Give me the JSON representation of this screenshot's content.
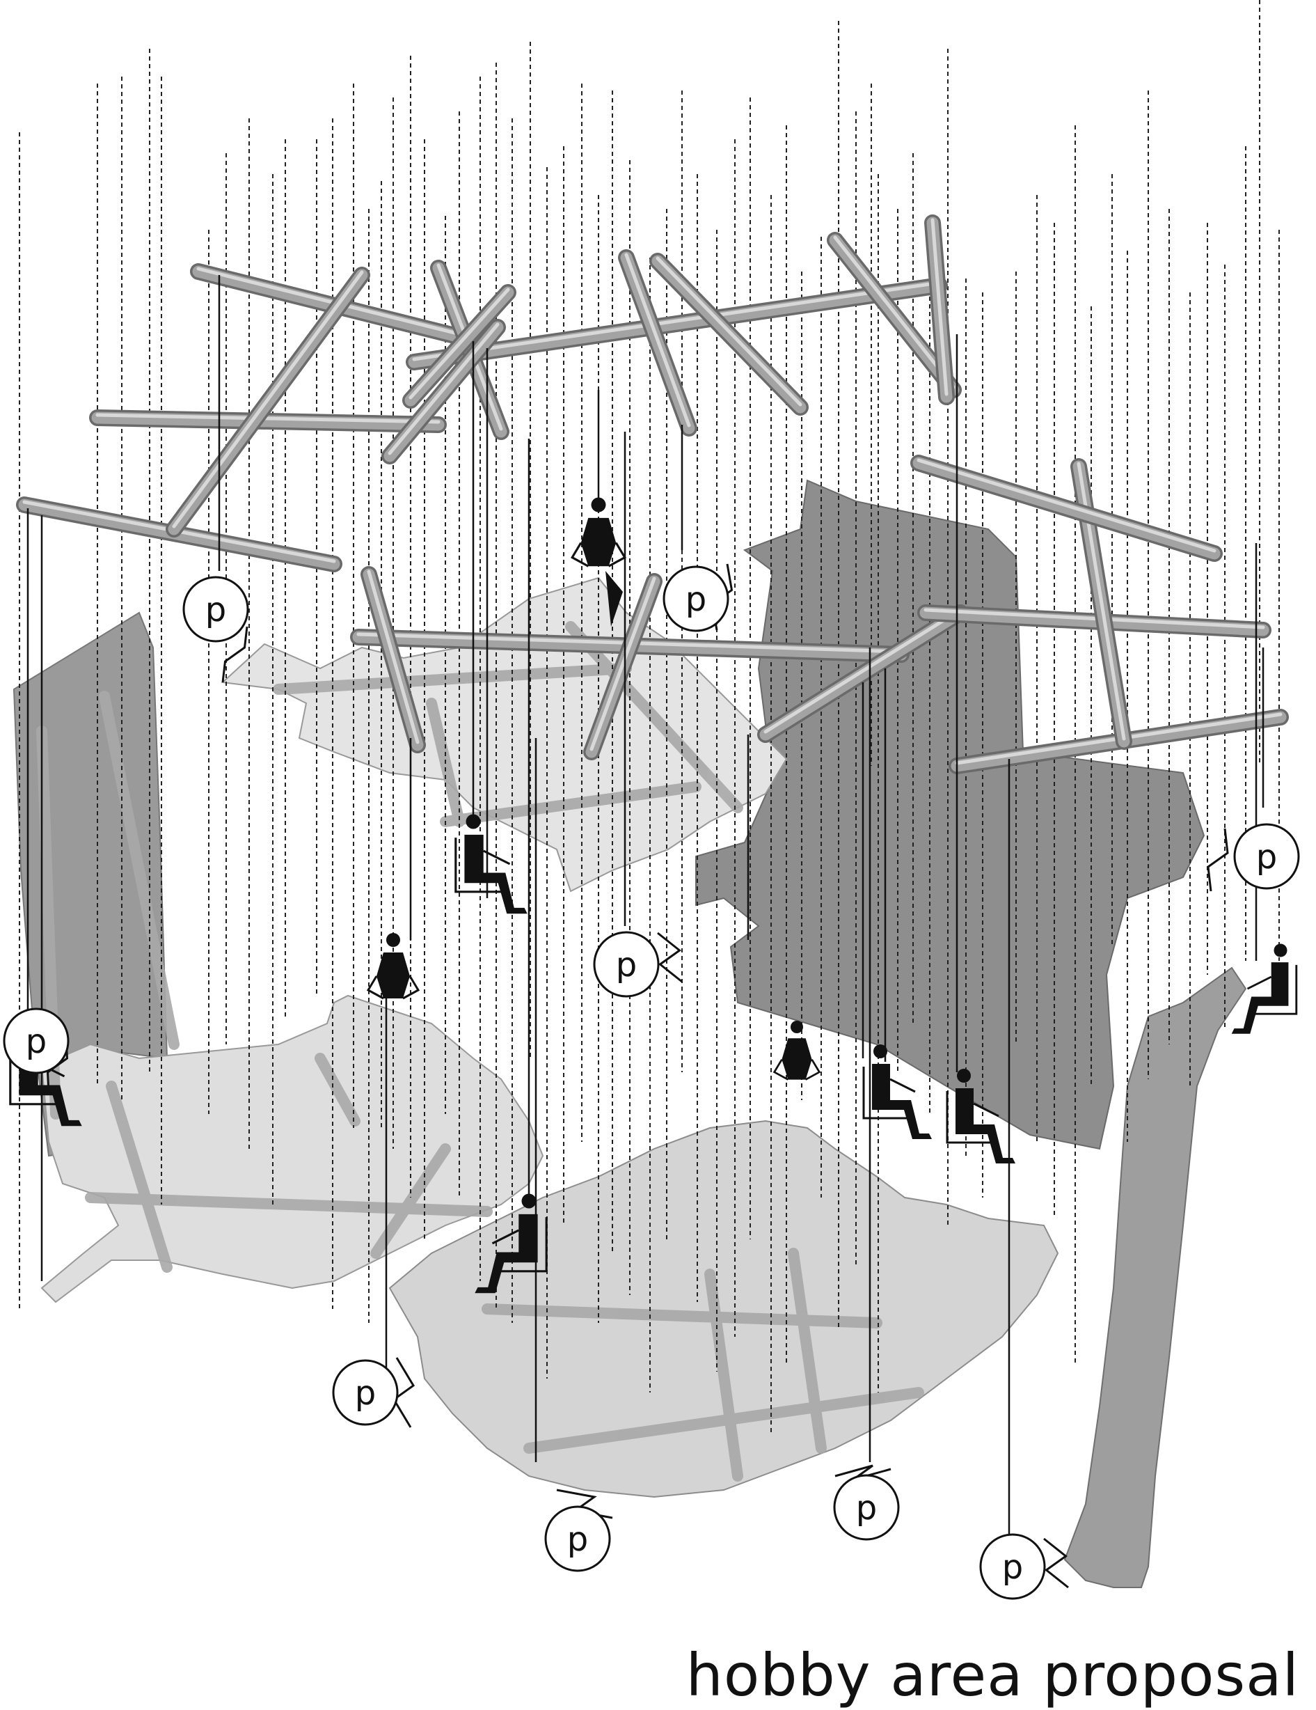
{
  "diagram": {
    "caption": "hobby area proposal",
    "marker_letter": "p",
    "colors": {
      "ink": "#111111",
      "pole": "#8c8c8c",
      "pole_highlight": "#cfcfcf",
      "sheet_light": "#e2e2e2",
      "sheet_mid": "#c7c7c7",
      "sheet_dark": "#8a8a8a"
    },
    "icons": [
      "person-icon",
      "p-marker-icon",
      "pole-icon",
      "membrane-sheet",
      "suspension-line"
    ]
  }
}
